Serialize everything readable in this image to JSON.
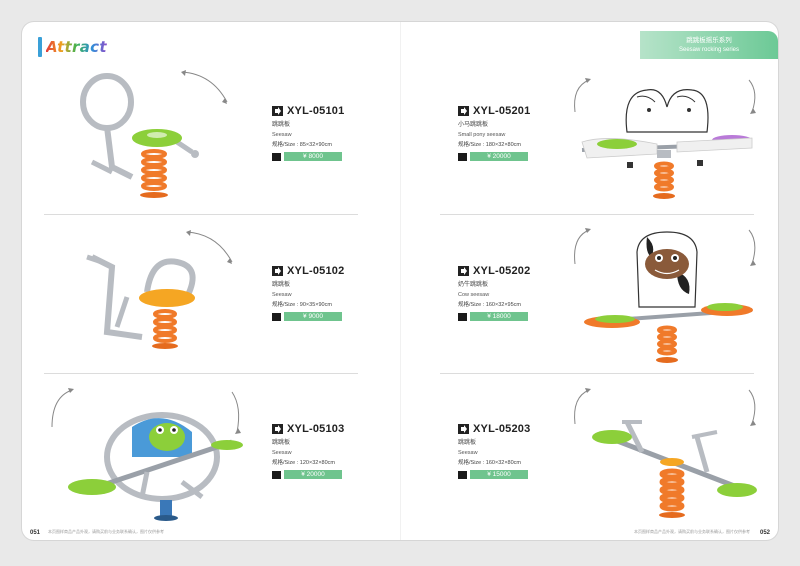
{
  "brand": {
    "logo_text": "Attract"
  },
  "series_banner": {
    "cn": "跳跳板摇乐系列",
    "en": "Seesaw rocking series"
  },
  "products": [
    {
      "code": "XYL-05101",
      "cn_name": "跳跳板",
      "en_name": "Seesaw",
      "spec": "规格/Size : 85×32×90cm",
      "price": "¥ 8000"
    },
    {
      "code": "XYL-05102",
      "cn_name": "跳跳板",
      "en_name": "Seesaw",
      "spec": "规格/Size : 90×35×90cm",
      "price": "¥ 9000"
    },
    {
      "code": "XYL-05103",
      "cn_name": "跳跳板",
      "en_name": "Seesaw",
      "spec": "规格/Size : 120×32×80cm",
      "price": "¥ 20000"
    },
    {
      "code": "XYL-05201",
      "cn_name": "小马跳跳板",
      "en_name": "Small pony seesaw",
      "spec": "规格/Size : 180×32×80cm",
      "price": "¥ 20000"
    },
    {
      "code": "XYL-05202",
      "cn_name": "奶牛跳跳板",
      "en_name": "Cow seesaw",
      "spec": "规格/Size : 160×32×95cm",
      "price": "¥ 18000"
    },
    {
      "code": "XYL-05203",
      "cn_name": "跳跳板",
      "en_name": "Seesaw",
      "spec": "规格/Size : 160×32×80cm",
      "price": "¥ 15000"
    }
  ],
  "footer": {
    "left_page": "051",
    "right_page": "052",
    "left_note": "本页图样商品产品外观，请购买前与业务联系确认，图片仅供参考",
    "right_note": "本页图样商品产品外观，请购买前与业务联系确认，图片仅供参考"
  },
  "colors": {
    "accent_green": "#6fc48e",
    "banner_green": "#6cc996",
    "spring_orange": "#f07a2a",
    "seat_green": "#8ccf3a",
    "seat_orange": "#f5a623",
    "steel": "#b8bcc2"
  }
}
